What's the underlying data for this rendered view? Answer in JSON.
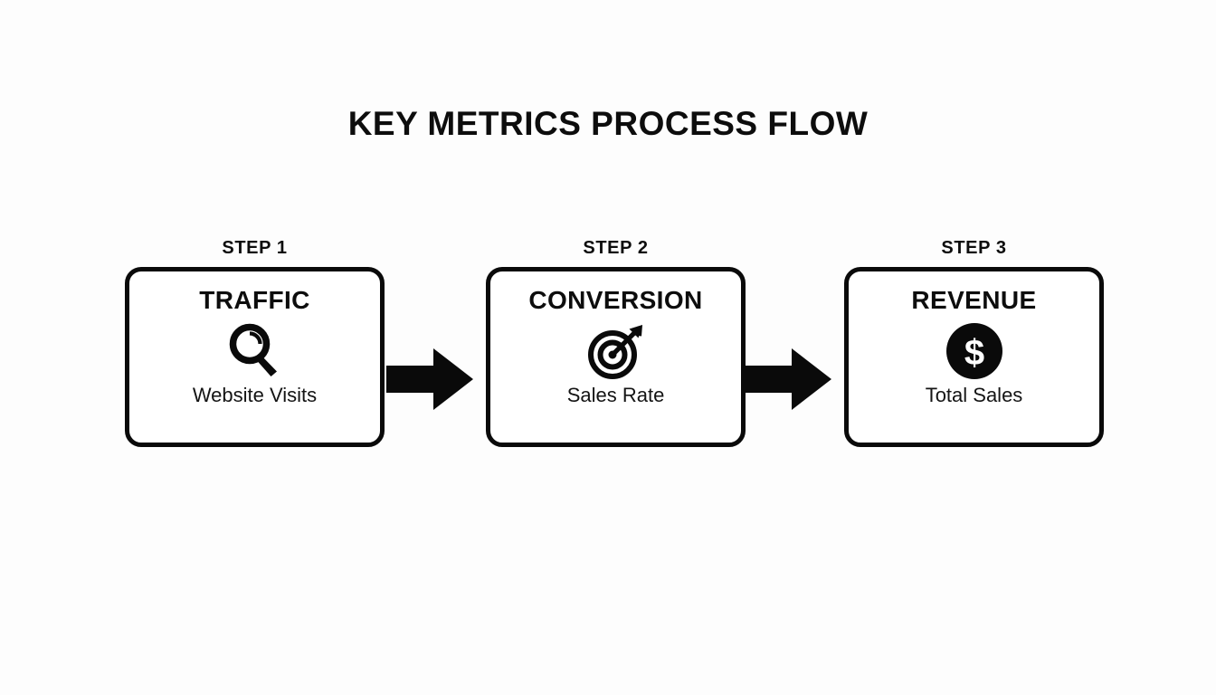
{
  "diagram": {
    "title": "KEY METRICS PROCESS FLOW",
    "background_color": "#fdfdfd",
    "ink_color": "#0a0a0a",
    "steps": [
      {
        "label": "STEP 1",
        "heading": "TRAFFIC",
        "caption": "Website Visits",
        "icon": "magnifier-icon"
      },
      {
        "label": "STEP 2",
        "heading": "CONVERSION",
        "caption": "Sales Rate",
        "icon": "target-arrow-icon"
      },
      {
        "label": "STEP 3",
        "heading": "REVENUE",
        "caption": "Total Sales",
        "icon": "dollar-coin-icon"
      }
    ],
    "connectors": [
      {
        "name": "arrow-right-icon",
        "from": "STEP 1",
        "to": "STEP 2"
      },
      {
        "name": "arrow-right-icon",
        "from": "STEP 2",
        "to": "STEP 3"
      }
    ]
  }
}
